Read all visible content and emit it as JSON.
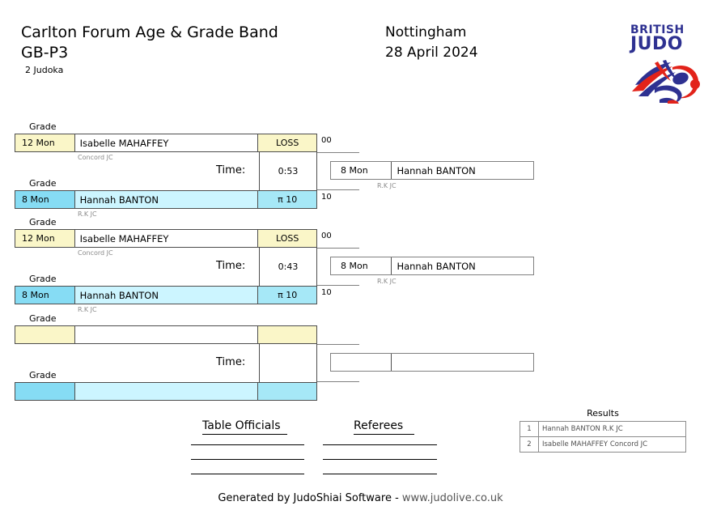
{
  "header": {
    "competition_name": "Carlton Forum Age & Grade Band",
    "category": "GB-P3",
    "judoka_count": "2 Judoka",
    "city": "Nottingham",
    "date": "28 April 2024",
    "logo_line1": "BRITISH",
    "logo_line2": "JUDO",
    "logo_navy": "#2e3191",
    "logo_red": "#e2231a"
  },
  "labels": {
    "grade": "Grade",
    "time": "Time:"
  },
  "colors": {
    "white_grade_bg": "#faf6c8",
    "white_score_bg": "#faf6c8",
    "blue_grade_bg": "#86dcf4",
    "blue_name_bg": "#ccf5ff",
    "blue_score_bg": "#a6e8f7",
    "border": "#4d4d4d"
  },
  "matches": [
    {
      "grade_label_top": "Grade",
      "grade_label_bottom": "Grade",
      "white": {
        "grade": "12 Mon",
        "name": "Isabelle MAHAFFEY",
        "club": "Concord JC",
        "score": "LOSS",
        "points": "00"
      },
      "blue": {
        "grade": "8 Mon",
        "name": "Hannah BANTON",
        "club": "R.K JC",
        "score": "π 10",
        "points": "10"
      },
      "time_label": "Time:",
      "time_value": "0:53",
      "winner": {
        "grade": "8 Mon",
        "name": "Hannah BANTON",
        "club": "R.K JC"
      }
    },
    {
      "grade_label_top": "Grade",
      "grade_label_bottom": "Grade",
      "white": {
        "grade": "12 Mon",
        "name": "Isabelle MAHAFFEY",
        "club": "Concord JC",
        "score": "LOSS",
        "points": "00"
      },
      "blue": {
        "grade": "8 Mon",
        "name": "Hannah BANTON",
        "club": "R.K JC",
        "score": "π 10",
        "points": "10"
      },
      "time_label": "Time:",
      "time_value": "0:43",
      "winner": {
        "grade": "8 Mon",
        "name": "Hannah BANTON",
        "club": "R.K JC"
      }
    },
    {
      "grade_label_top": "Grade",
      "grade_label_bottom": "Grade",
      "white": {
        "grade": "",
        "name": "",
        "club": "",
        "score": "",
        "points": ""
      },
      "blue": {
        "grade": "",
        "name": "",
        "club": "",
        "score": "",
        "points": ""
      },
      "time_label": "Time:",
      "time_value": "",
      "winner": {
        "grade": "",
        "name": "",
        "club": ""
      }
    }
  ],
  "officials": {
    "table_officials_heading": "Table Officials",
    "referees_heading": "Referees",
    "signature_lines": 3
  },
  "results": {
    "title": "Results",
    "rows": [
      {
        "rank": "1",
        "entry": "Hannah BANTON R.K JC"
      },
      {
        "rank": "2",
        "entry": "Isabelle MAHAFFEY Concord JC"
      }
    ]
  },
  "footer": {
    "generated_by": "Generated by JudoShiai Software - ",
    "url": "www.judolive.co.uk"
  }
}
